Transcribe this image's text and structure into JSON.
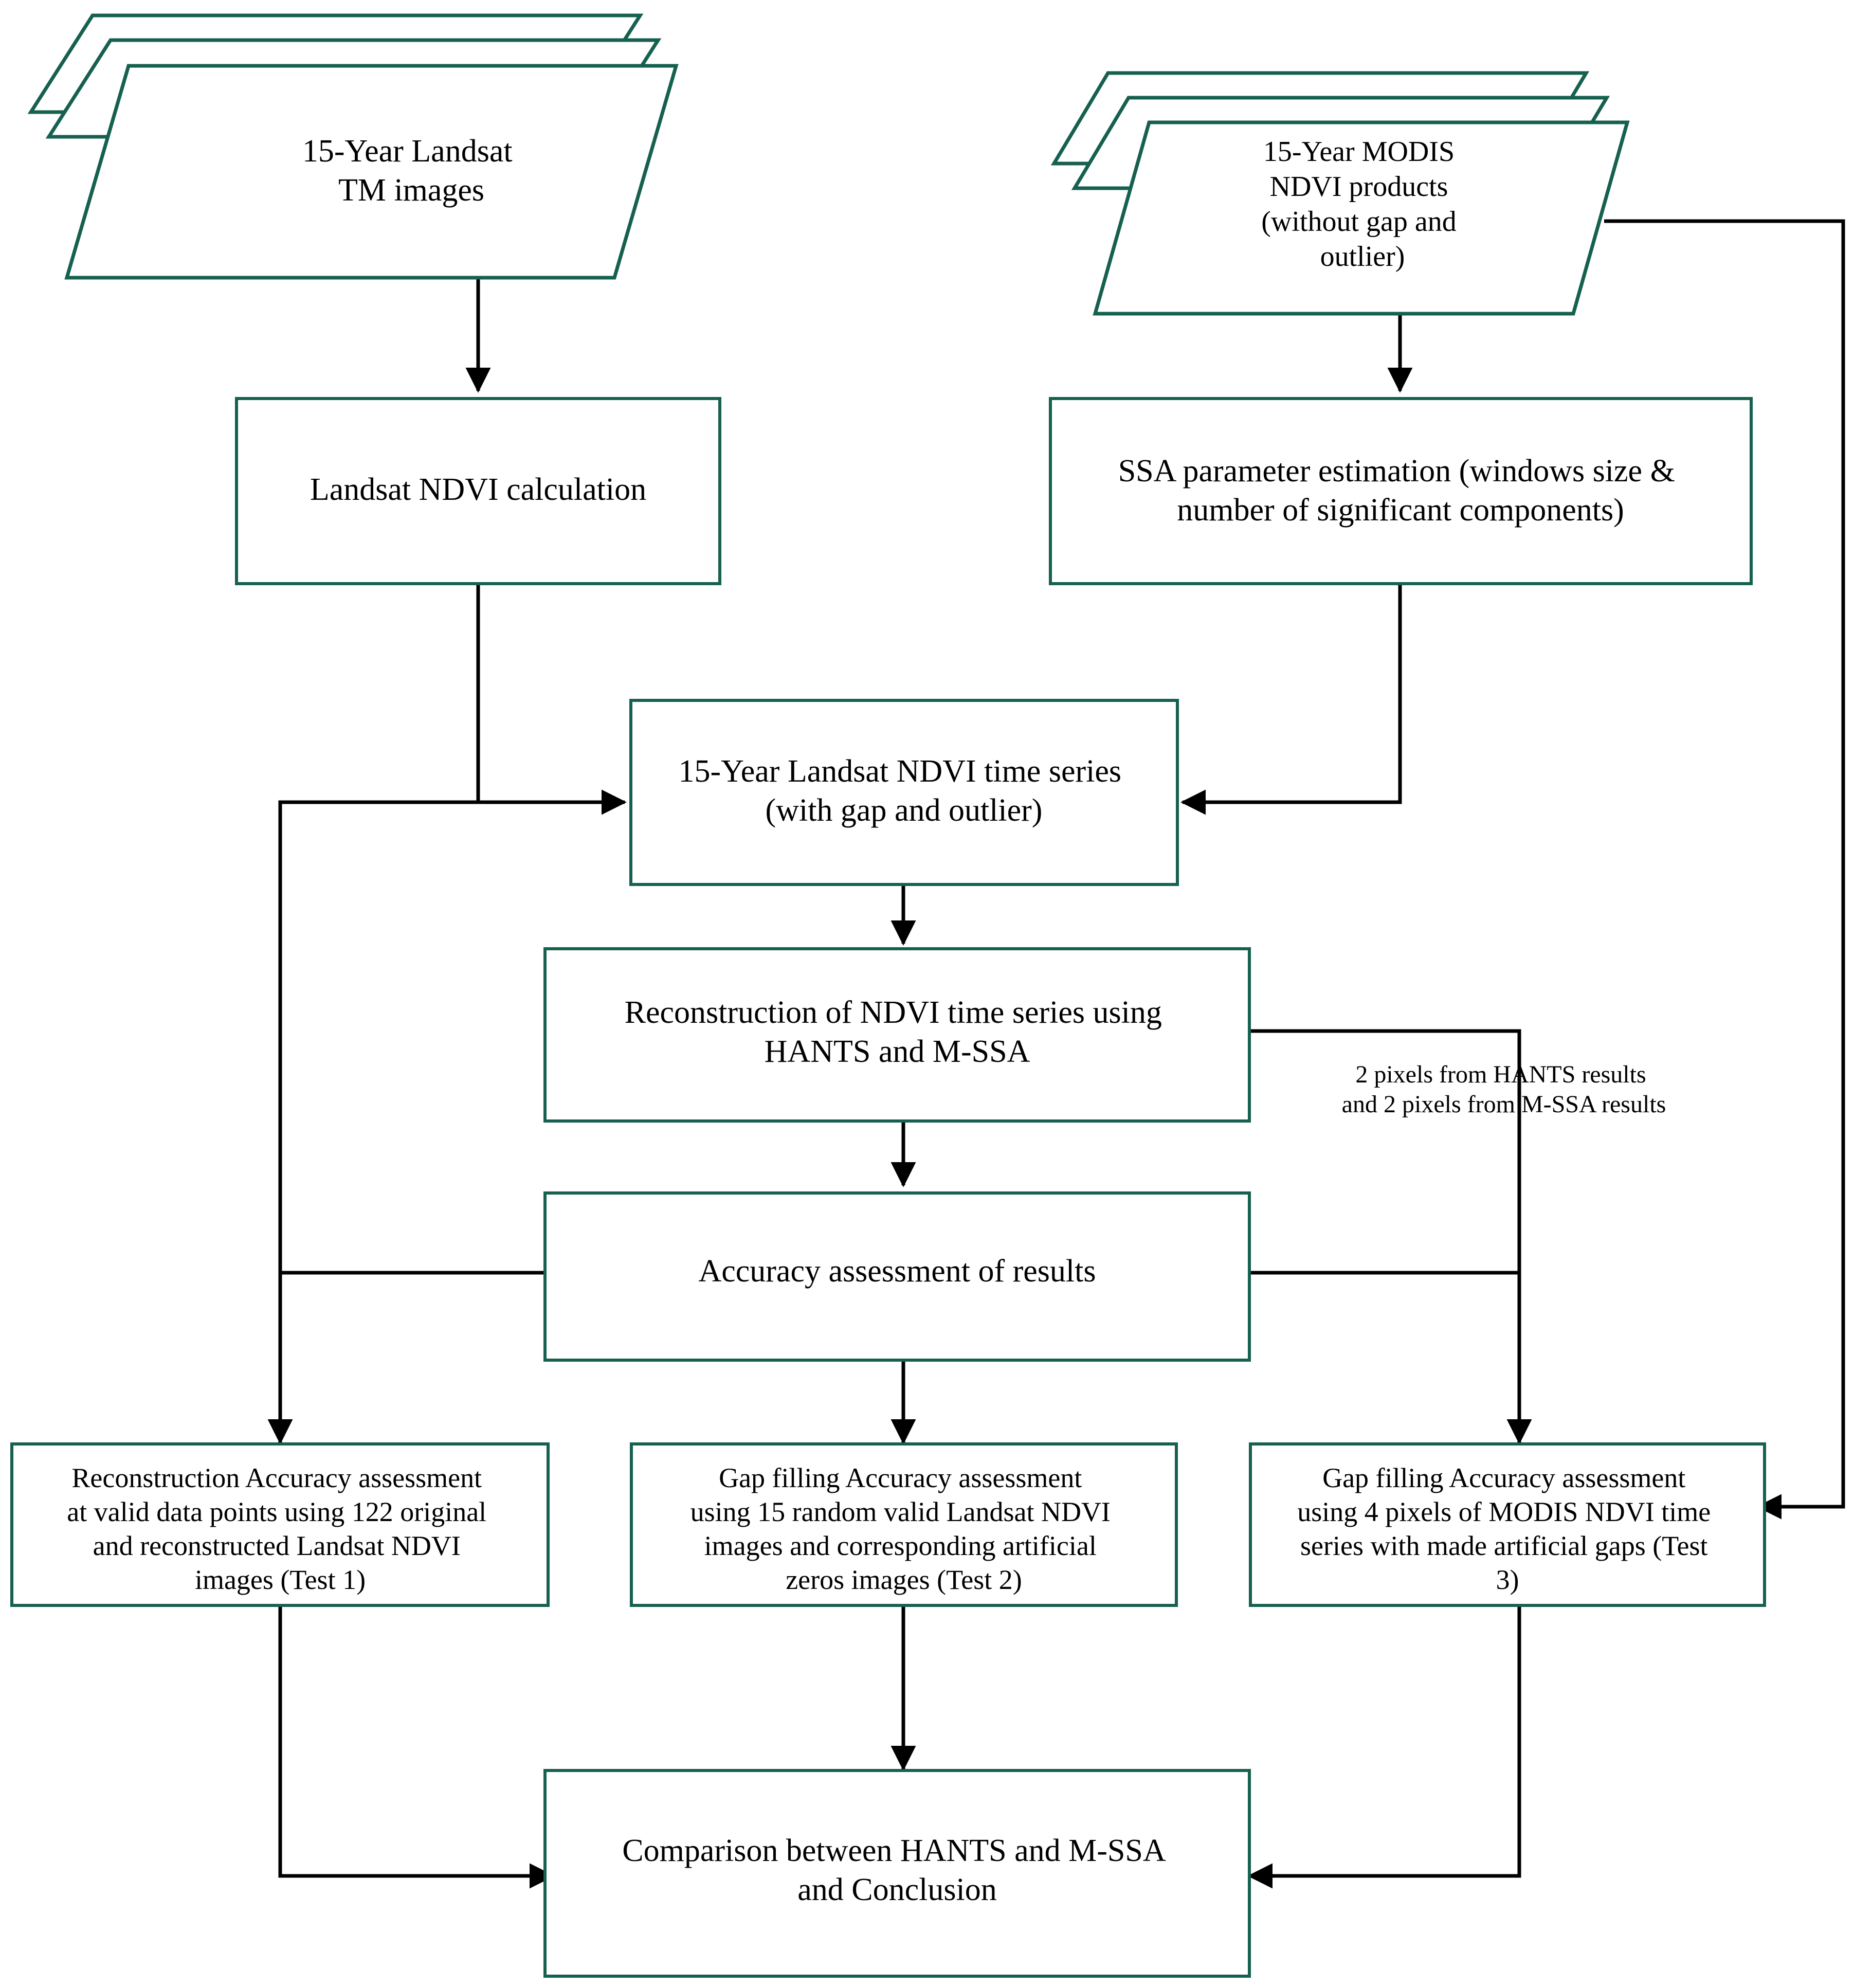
{
  "diagram": {
    "type": "flowchart",
    "title": "NDVI time-series reconstruction workflow",
    "colors": {
      "node_border": "#16604f",
      "node_fill": "#ffffff",
      "connector": "#000000",
      "text": "#000000",
      "background": "#ffffff"
    },
    "nodes": {
      "landsat_images": {
        "shape": "stacked-parallelogram",
        "lines": [
          "15-Year Landsat",
          "TM images"
        ]
      },
      "modis_products": {
        "shape": "stacked-parallelogram",
        "lines": [
          "15-Year MODIS",
          "NDVI products",
          "(without gap and",
          "outlier)"
        ]
      },
      "landsat_ndvi_calc": {
        "shape": "rectangle",
        "lines": [
          "Landsat NDVI calculation"
        ]
      },
      "ssa_param": {
        "shape": "rectangle",
        "lines": [
          "SSA parameter estimation (windows size &",
          "number of significant components)"
        ]
      },
      "landsat_ts": {
        "shape": "rectangle",
        "lines": [
          "15-Year Landsat NDVI time series",
          "(with gap and outlier)"
        ]
      },
      "reconstruction": {
        "shape": "rectangle",
        "lines": [
          "Reconstruction of NDVI time series using",
          "HANTS and M-SSA"
        ]
      },
      "accuracy_assessment": {
        "shape": "rectangle",
        "lines": [
          "Accuracy assessment of results"
        ]
      },
      "test1": {
        "shape": "rectangle",
        "lines": [
          "Reconstruction Accuracy assessment",
          "at valid data points using 122 original",
          "and reconstructed Landsat NDVI",
          "images (Test 1)"
        ]
      },
      "test2": {
        "shape": "rectangle",
        "lines": [
          "Gap filling Accuracy assessment",
          "using 15 random valid Landsat NDVI",
          "images  and corresponding artificial",
          "zeros images (Test 2)"
        ]
      },
      "test3": {
        "shape": "rectangle",
        "lines": [
          "Gap filling Accuracy assessment",
          "using 4 pixels of  MODIS NDVI time",
          "series with made artificial gaps  (Test",
          "3)"
        ]
      },
      "comparison": {
        "shape": "rectangle",
        "lines": [
          "Comparison between HANTS and M-SSA",
          "and Conclusion"
        ]
      }
    },
    "annotations": {
      "pixels_note": {
        "lines": [
          "2 pixels from HANTS results",
          "and 2 pixels from M-SSA results"
        ]
      }
    }
  }
}
